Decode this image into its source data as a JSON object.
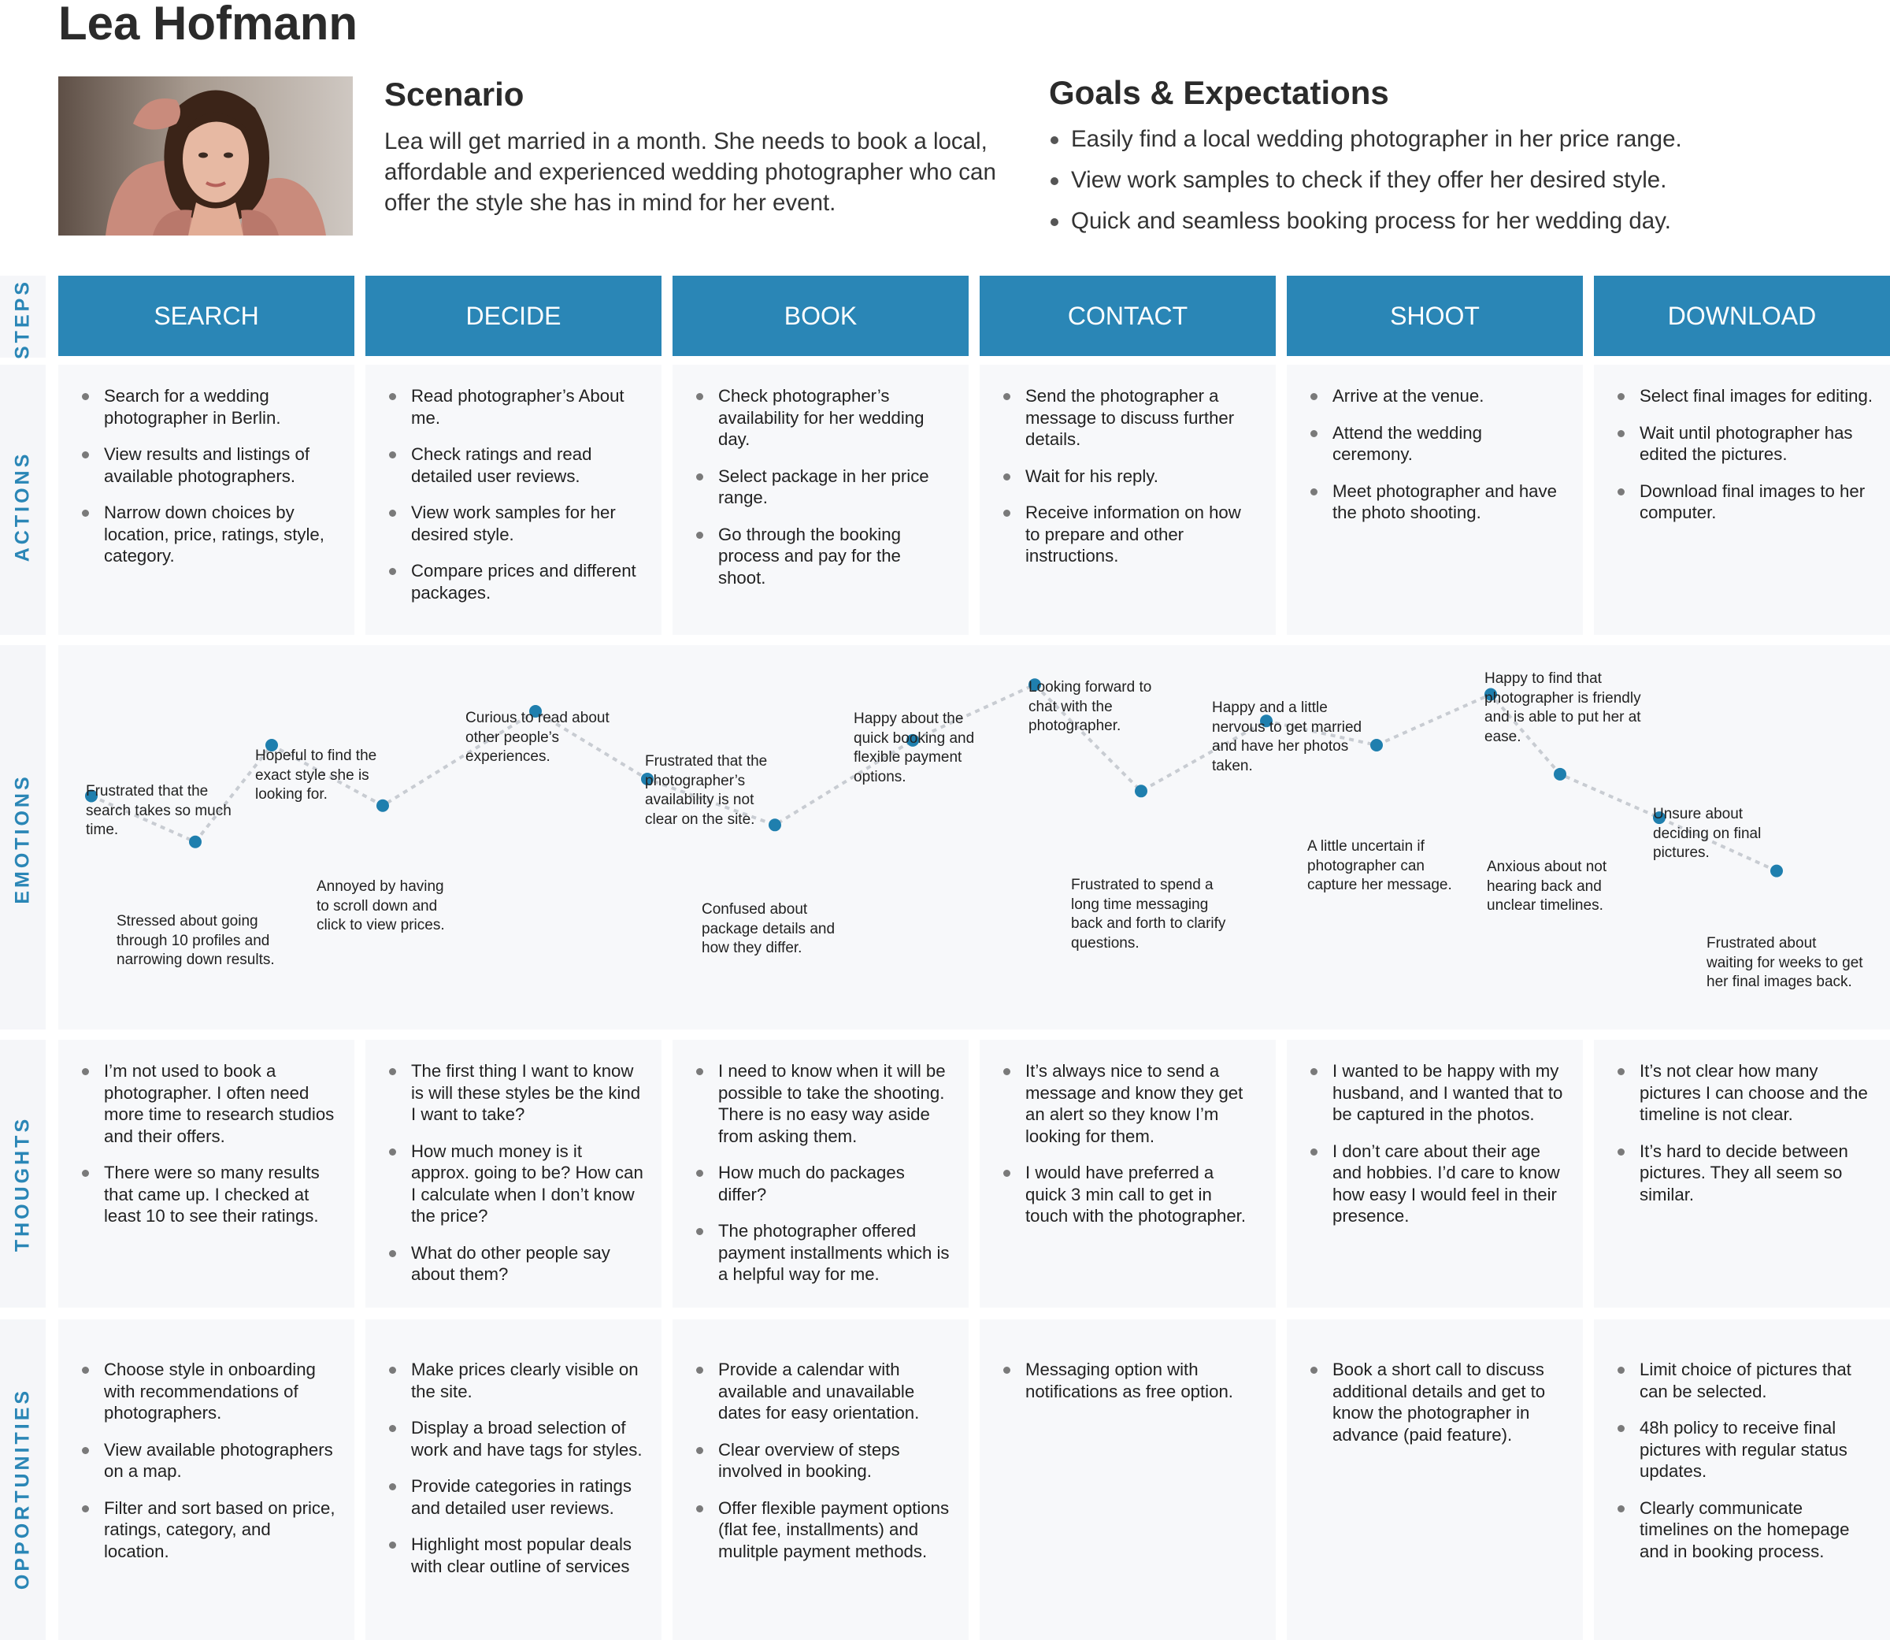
{
  "persona": {
    "name": "Lea Hofmann",
    "photo_icon": "portrait-photo"
  },
  "scenario": {
    "title": "Scenario",
    "text": "Lea will get married in a month. She needs to book a local, affordable and experienced wedding photographer who can offer the style she has in mind for her event."
  },
  "goals": {
    "title": "Goals & Expectations",
    "items": [
      "Easily find a local wedding photographer in her price range.",
      "View work samples to check if they offer her desired style.",
      "Quick and seamless booking process for her wedding day."
    ]
  },
  "row_labels": {
    "steps": "STEPS",
    "actions": "ACTIONS",
    "emotions": "EMOTIONS",
    "thoughts": "THOUGHTS",
    "opportunities": "OPPORTUNITIES"
  },
  "colors": {
    "accent": "#2a86b6",
    "cell_bg": "#f7f8fa",
    "dot": "#1f7fae",
    "line": "#c8ccd2"
  },
  "steps": [
    "SEARCH",
    "DECIDE",
    "BOOK",
    "CONTACT",
    "SHOOT",
    "DOWNLOAD"
  ],
  "actions": [
    [
      "Search for a wedding photographer in Berlin.",
      "View results and listings of available photographers.",
      "Narrow down choices by location, price, ratings, style, category."
    ],
    [
      "Read photographer’s About me.",
      "Check ratings and read detailed user reviews.",
      "View work samples for her desired style.",
      "Compare prices and different packages."
    ],
    [
      "Check photographer’s availability for her wedding day.",
      "Select package in her price range.",
      "Go through the booking process and pay for the shoot."
    ],
    [
      "Send the photographer a message to discuss further details.",
      "Wait for his reply.",
      "Receive information on how to prepare and other instructions."
    ],
    [
      "Arrive at the venue.",
      "Attend the wedding ceremony.",
      "Meet photographer and have the photo shooting."
    ],
    [
      "Select final images for editing.",
      "Wait until photographer has edited the pictures.",
      "Download final images to her computer."
    ]
  ],
  "emotions": [
    {
      "text": "Frustrated that the search takes so much time.",
      "level": 0.65
    },
    {
      "text": "Stressed about going through 10 profiles and narrowing down results.",
      "level": 0.46
    },
    {
      "text": "Hopeful to find the exact style she is looking for.",
      "level": 0.86
    },
    {
      "text": "Annoyed by having to scroll down and click to view prices.",
      "level": 0.61
    },
    {
      "text": "Curious to read about other people’s experiences.",
      "level": 1.0
    },
    {
      "text": "Frustrated that the photographer’s availability is not clear on the site.",
      "level": 0.72
    },
    {
      "text": "Confused about package details and how they differ.",
      "level": 0.53
    },
    {
      "text": "Happy about the quick booking and flexible payment options.",
      "level": 0.88
    },
    {
      "text": "Looking forward to chat with the photographer.",
      "level": 1.11
    },
    {
      "text": "Frustrated to spend a long time messaging back and forth to clarify questions.",
      "level": 0.67
    },
    {
      "text": "Happy and a little nervous to get married and have her photos taken.",
      "level": 0.96
    },
    {
      "text": "A little uncertain if photographer can capture her message.",
      "level": 0.86
    },
    {
      "text": "Happy to find that photographer is friendly and is able to put her at ease.",
      "level": 1.07
    },
    {
      "text": "Anxious about not hearing back and unclear timelines.",
      "level": 0.74
    },
    {
      "text": "Unsure about deciding on final pictures.",
      "level": 0.56
    },
    {
      "text": "Frustrated about waiting for weeks to get her final images back.",
      "level": 0.34
    }
  ],
  "thoughts": [
    [
      "I’m not used to book a photographer. I often need more time to research studios and their offers.",
      "There were so many results that came up. I checked at least 10 to see their ratings."
    ],
    [
      "The first thing I want to know is will these styles be the kind I want to take?",
      "How much money is it approx. going to be? How can I calculate when I don’t know the price?",
      "What do other people say about them?"
    ],
    [
      "I need to know when it will be possible to take the shooting. There is no easy way aside from asking them.",
      "How much do packages differ?",
      "The photographer offered payment installments which is a helpful way for me."
    ],
    [
      "It’s always nice to send a message and know they get an alert so they know I’m looking for them.",
      "I would have preferred a quick 3 min call to get in touch with the photographer."
    ],
    [
      "I wanted to be happy with my husband, and I wanted that to be captured in the photos.",
      "I don’t care about their age and hobbies. I’d care to know how easy I would feel in their presence."
    ],
    [
      "It’s not clear how many pictures I can choose and the timeline is not clear.",
      "It’s hard to decide between pictures. They all seem so similar."
    ]
  ],
  "opportunities": [
    [
      "Choose style in onboarding with recommendations of photographers.",
      "View available photographers on a map.",
      "Filter and sort based on price, ratings, category, and location."
    ],
    [
      "Make prices clearly visible on the site.",
      "Display a broad selection of work and have tags for styles.",
      "Provide categories in ratings and detailed user reviews.",
      "Highlight most popular deals with clear outline of services"
    ],
    [
      "Provide a calendar with available and unavailable dates for easy orientation.",
      "Clear overview of steps involved in booking.",
      "Offer flexible payment options (flat fee, installments) and mulitple payment methods."
    ],
    [
      "Messaging option with notifications as free option."
    ],
    [
      "Book a short call to discuss additional details and get to know the photographer in advance (paid feature)."
    ],
    [
      "Limit choice of pictures that can be selected.",
      "48h policy to receive final pictures with regular status updates.",
      "Clearly communicate timelines on the homepage and in booking process."
    ]
  ]
}
